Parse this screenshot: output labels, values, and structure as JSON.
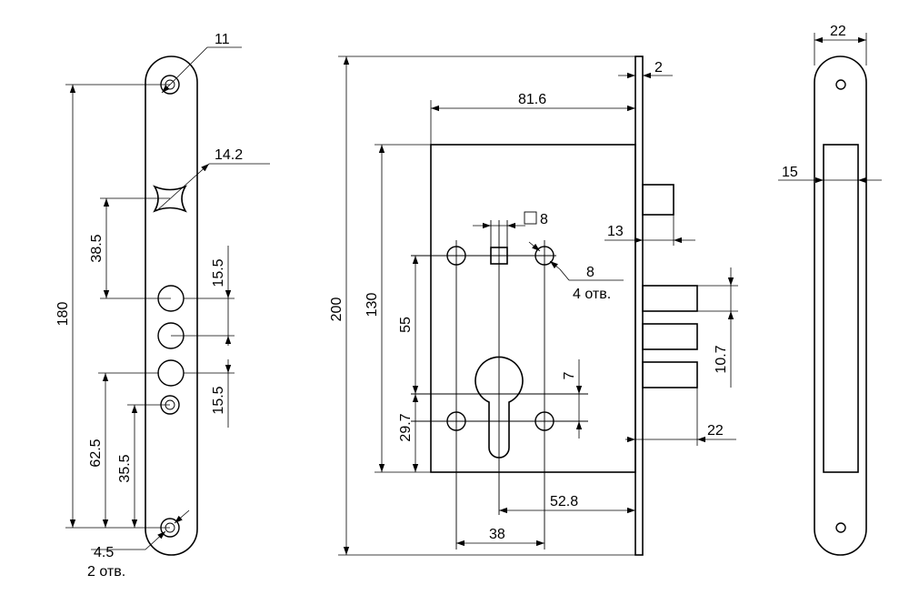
{
  "dimensions": {
    "d11": "11",
    "d14_2": "14.2",
    "d180": "180",
    "d38_5": "38.5",
    "d15_5_top": "15.5",
    "d15_5_bottom": "15.5",
    "d62_5": "62.5",
    "d35_5": "35.5",
    "d4_5": "4.5",
    "d2holes": "2 отв.",
    "d2": "2",
    "d81_6": "81.6",
    "d200": "200",
    "d130": "130",
    "sq8": "8",
    "d13": "13",
    "d8": "8",
    "d4holes": "4 отв.",
    "d55": "55",
    "d7": "7",
    "d10_7": "10.7",
    "d29_7": "29.7",
    "d22_body": "22",
    "d52_8": "52.8",
    "d38": "38",
    "d22_plate": "22",
    "d15": "15"
  }
}
